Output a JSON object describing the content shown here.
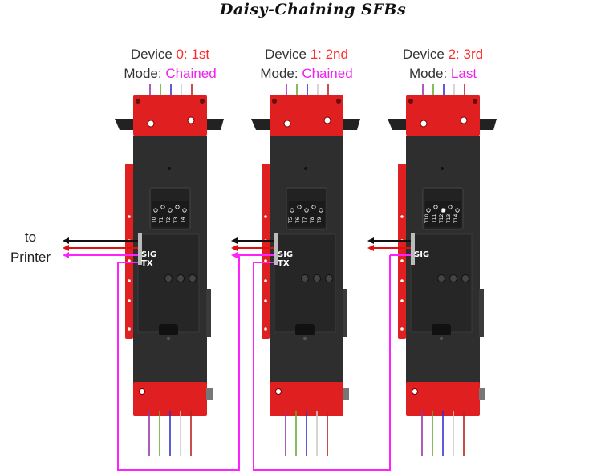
{
  "title": "Daisy-Chaining SFBs",
  "to_printer": [
    "to",
    "Printer"
  ],
  "colors": {
    "device_number": "#ff2a2a",
    "mode_value": "#ee22ee",
    "label": "#333333",
    "body_red": "#e02020",
    "body_dark": "#2e2e2e",
    "cable_magenta": "#ff22ff",
    "cable_red": "#e01010",
    "cable_black": "#111111"
  },
  "devices": [
    {
      "device_label": "Device ",
      "device_value": "0: 1st",
      "mode_label": "Mode: ",
      "mode_value": "Chained",
      "ports": [
        "T0",
        "T1",
        "T2",
        "T3",
        "T4"
      ],
      "connectors": [
        "SIG",
        "TX"
      ]
    },
    {
      "device_label": "Device ",
      "device_value": "1: 2nd",
      "mode_label": "Mode: ",
      "mode_value": "Chained",
      "ports": [
        "T5",
        "T6",
        "T7",
        "T8",
        "T9"
      ],
      "connectors": [
        "SIG",
        "TX"
      ]
    },
    {
      "device_label": "Device ",
      "device_value": "2: 3rd",
      "mode_label": "Mode: ",
      "mode_value": "Last",
      "ports": [
        "T10",
        "T11",
        "T12",
        "T13",
        "T14"
      ],
      "connectors": [
        "SIG"
      ]
    }
  ]
}
